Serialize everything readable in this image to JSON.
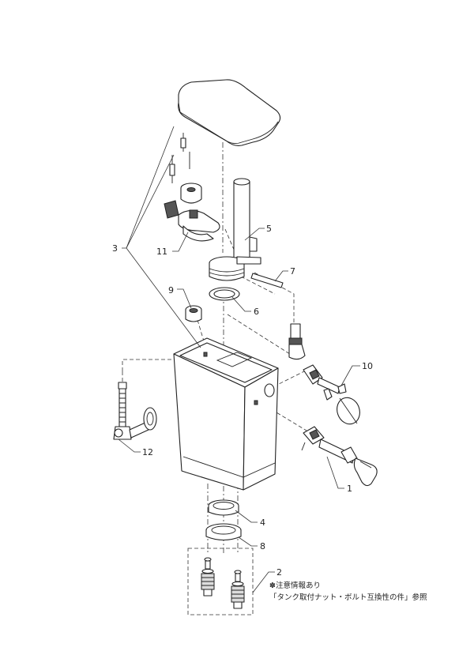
{
  "callouts": {
    "p1": "1",
    "p2": "2",
    "p3": "3",
    "p4": "4",
    "p5": "5",
    "p6": "6",
    "p7": "7",
    "p8": "8",
    "p9": "9",
    "p10": "10",
    "p11": "11",
    "p12": "12"
  },
  "note": {
    "line1": "✽注意情報あり",
    "line2": "「タンク取付ナット・ボルト互換性の件」参照"
  }
}
